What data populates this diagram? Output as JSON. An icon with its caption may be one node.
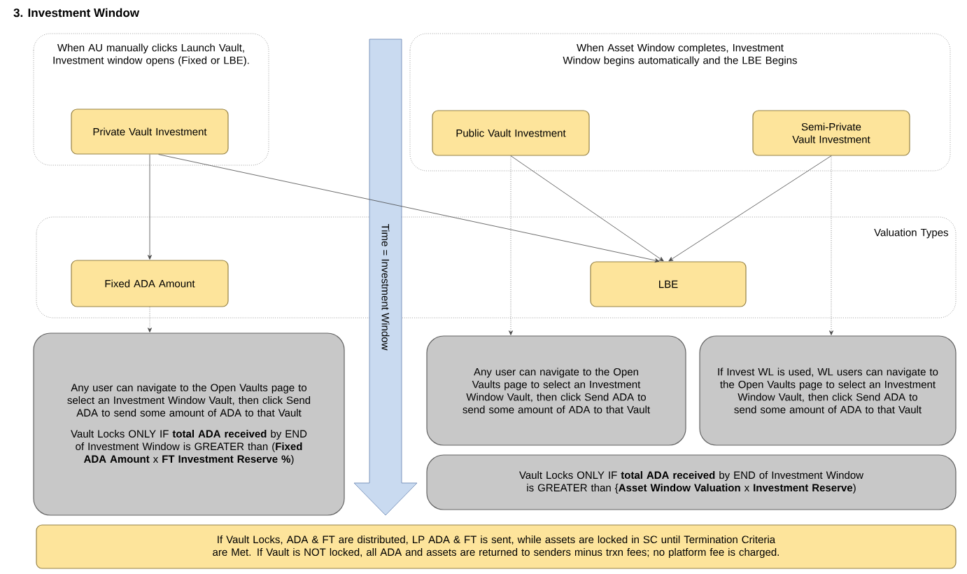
{
  "diagram": {
    "title": "3. Investment Window",
    "nodes": [
      {
        "text": [
          "When AU manually clicks Launch Vault, Investment window opens (Fixed or LBE)."
        ]
      },
      {
        "text": [
          "Private Vault Investment"
        ],
        "in": 0
      },
      {
        "text": [
          "When Asset Window completes, Investment Window begins automatically and the LBE Begins"
        ]
      },
      {
        "text": [
          "Public Vault Investment"
        ],
        "in": 2
      },
      {
        "text": [
          "Semi-Private Vault Investment"
        ],
        "in": 2
      },
      {
        "text": [
          "Valuation Types"
        ]
      },
      {
        "text": [
          "Fixed ADA Amount"
        ],
        "in": 5
      },
      {
        "text": [
          "LBE"
        ],
        "in": 5
      },
      {
        "text": [
          "Time = Investment Window"
        ]
      },
      {
        "text": [
          "Any user can navigate to the Open Vaults page to select an Investment Window Vault, then click Send ADA to send some amount of ADA to that Vault",
          "Vault Locks ONLY IF **total ADA received** by END of Investment Window is GREATER than (**Fixed ADA Amount** x **FT Investment Reserve %**)"
        ]
      },
      {
        "text": [
          "Any user can navigate to the Open Vaults page to select an Investment Window Vault, then click Send ADA to send some amount of ADA to that Vault"
        ]
      },
      {
        "text": [
          "If Invest WL is used, WL users can navigate to the Open Vaults page to select an Investment Window Vault, then click Send ADA to send some amount of ADA to that Vault"
        ]
      },
      {
        "text": [
          "Vault Locks ONLY IF **total ADA received** by END of Investment Window is GREATER than {**Asset Window Valuation** x **Investment Reserve**)"
        ]
      },
      {
        "text": [
          "If Vault Locks, ADA & FT are distributed, LP ADA & FT is sent, while assets are locked in SC until Termination Criteria are Met. If Vault is NOT locked, all ADA and assets are returned to senders minus trxn fees; no platform fee is charged."
        ]
      }
    ],
    "edges": [
      {
        "from": 1,
        "to": 6,
        "arrow": "to"
      },
      {
        "from": 1,
        "to": 7,
        "arrow": "to"
      },
      {
        "from": 3,
        "to": 7,
        "arrow": "to"
      },
      {
        "from": 4,
        "to": 7,
        "arrow": "to"
      },
      {
        "from": 6,
        "to": 9,
        "arrow": "to",
        "style": "dashed"
      },
      {
        "from": 3,
        "to": 10,
        "arrow": "to",
        "style": "dashed"
      },
      {
        "from": 4,
        "to": 11,
        "arrow": "to",
        "style": "dashed"
      }
    ]
  }
}
